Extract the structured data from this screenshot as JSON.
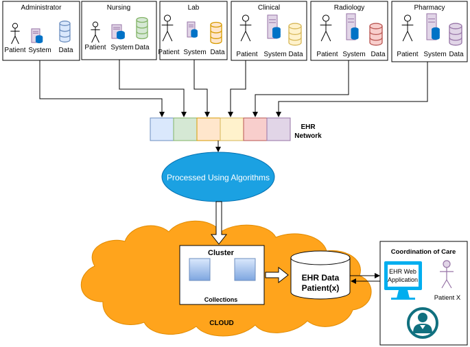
{
  "departments": [
    {
      "title": "Administrator",
      "patient": "Patient",
      "system": "System",
      "data": "Data",
      "data_color": "#6c8ebf",
      "data_fill": "#dae8fc"
    },
    {
      "title": "Nursing",
      "patient": "Patient",
      "system": "System",
      "data": "Data",
      "data_color": "#82b366",
      "data_fill": "#d5e8d4"
    },
    {
      "title": "Lab",
      "patient": "Patient",
      "system": "System",
      "data": "Data",
      "data_color": "#d79b00",
      "data_fill": "#ffe6cc"
    },
    {
      "title": "Clinical",
      "patient": "Patient",
      "system": "System",
      "data": "Data",
      "data_color": "#d6b656",
      "data_fill": "#fff2cc"
    },
    {
      "title": "Radiology",
      "patient": "Patient",
      "system": "System",
      "data": "Data",
      "data_color": "#b85450",
      "data_fill": "#f8cecc"
    },
    {
      "title": "Pharmacy",
      "patient": "Patient",
      "system": "System",
      "data": "Data",
      "data_color": "#9673a6",
      "data_fill": "#e1d5e7"
    }
  ],
  "network": {
    "label_line1": "EHR",
    "label_line2": "Network",
    "segments": [
      "#dae8fc",
      "#d5e8d4",
      "#ffe6cc",
      "#fff2cc",
      "#f8cecc",
      "#e1d5e7"
    ]
  },
  "processing": {
    "label": "Processed Using Algorithms",
    "color": "#1ba1e2"
  },
  "cloud": {
    "label": "CLOUD",
    "color": "#ffa41c",
    "cluster_title": "Cluster",
    "collections_label": "Collections"
  },
  "ehr_data": {
    "line1": "EHR Data",
    "line2": "Patient(x)"
  },
  "care": {
    "title": "Coordination of Care",
    "app_line1": "EHR Web",
    "app_line2": "Application",
    "patient_label": "Patient X",
    "monitor_color": "#00aeef",
    "doctor_color": "#10707f"
  },
  "colors": {
    "system": "#9673a6",
    "system_fill": "#e1d5e7",
    "db": "#0072c6",
    "arrow": "#000000"
  }
}
